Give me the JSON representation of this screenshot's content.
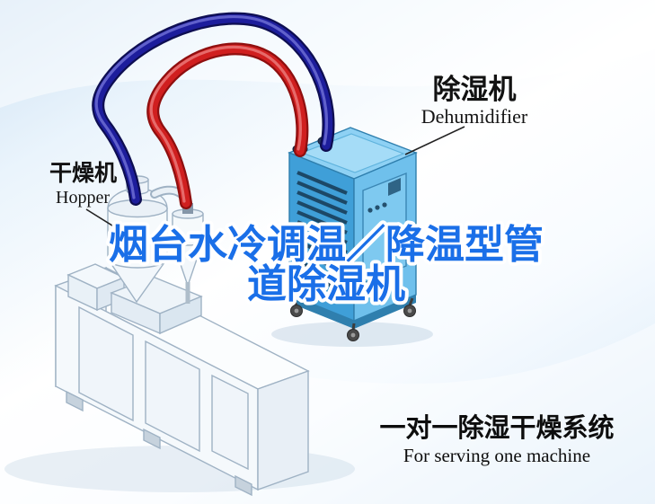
{
  "title": {
    "line1": "烟台水冷调温／降温型管",
    "line2": "道除湿机",
    "color": "#1a6fe8"
  },
  "labels": {
    "dehumidifier_cn": "除湿机",
    "dehumidifier_en": "Dehumidifier",
    "hopper_cn": "干燥机",
    "hopper_en": "Hopper",
    "system_cn": "一对一除湿干燥系统",
    "system_en": "For serving one machine"
  },
  "diagram": {
    "pipes": [
      {
        "name": "cold-return-pipe",
        "color": "#1d1d9c"
      },
      {
        "name": "hot-supply-pipe",
        "color": "#d01f1f"
      }
    ],
    "dehumidifier_colors": {
      "top": "#8ed1f4",
      "front": "#3f9fd8",
      "side": "#6fc0ec"
    },
    "machine_colors": {
      "body": "#f5f9fc",
      "outline": "#9fb2c4"
    }
  }
}
